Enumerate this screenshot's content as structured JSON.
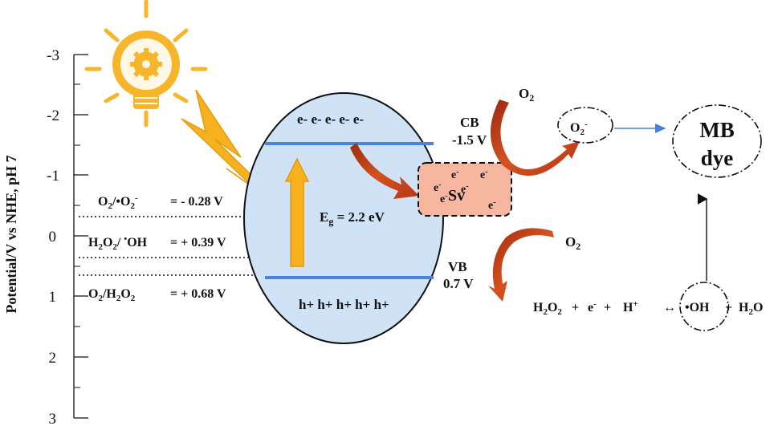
{
  "axis": {
    "label": "Potential/V vs NHE, pH 7",
    "ticks": [
      "-3",
      "-2",
      "-1",
      "0",
      "1",
      "2",
      "3"
    ]
  },
  "redox": {
    "o2_superoxide": {
      "pair": [
        "O",
        "2",
        "/•O",
        "2",
        "-"
      ],
      "value": "= - 0.28 V"
    },
    "h2o2_hydroxyl": {
      "pair": [
        "H",
        "2",
        "O",
        "2",
        "/ ",
        "•",
        "OH"
      ],
      "value": "= + 0.39 V"
    },
    "o2_h2o2": {
      "pair": [
        "O",
        "2",
        "/H",
        "2",
        "O",
        "2"
      ],
      "value": "= + 0.68 V"
    }
  },
  "particle": {
    "electrons": "e- e- e- e- e-",
    "holes": "h+ h+ h+ h+ h+",
    "bandgap": [
      "E",
      "g",
      " = 2.2 eV"
    ]
  },
  "vacancy": {
    "label": "Sv",
    "electrons": [
      "e",
      "e",
      "e",
      "e",
      "e",
      "e"
    ]
  },
  "cb": {
    "title": "CB",
    "value": "-1.5 V"
  },
  "vb": {
    "title": "VB",
    "value": "0.7 V"
  },
  "species": {
    "o2_top": [
      "O",
      "2"
    ],
    "o2_bottom": [
      "O",
      "2"
    ],
    "superoxide": [
      "O",
      "2",
      "-"
    ],
    "mb_line1": "MB",
    "mb_line2": "dye"
  },
  "reaction": {
    "h2o2": [
      "H",
      "2",
      "O",
      "2"
    ],
    "plus1": "+",
    "electron": [
      "e",
      "-"
    ],
    "plus2": "+",
    "proton": [
      "H",
      "+"
    ],
    "arrow": "↔",
    "hydroxyl": "•OH",
    "plus3": "+",
    "water": [
      "H",
      "2",
      "O"
    ]
  },
  "colors": {
    "particle_fill": "#cfe2f6",
    "band_line": "#4a86d8",
    "sun": "#f6b52a",
    "bolt": "#f7b11e",
    "vacancy_fill": "#f6b6a0",
    "red_arrow": "#c2401a",
    "blue_arrow": "#4a7fd1"
  }
}
